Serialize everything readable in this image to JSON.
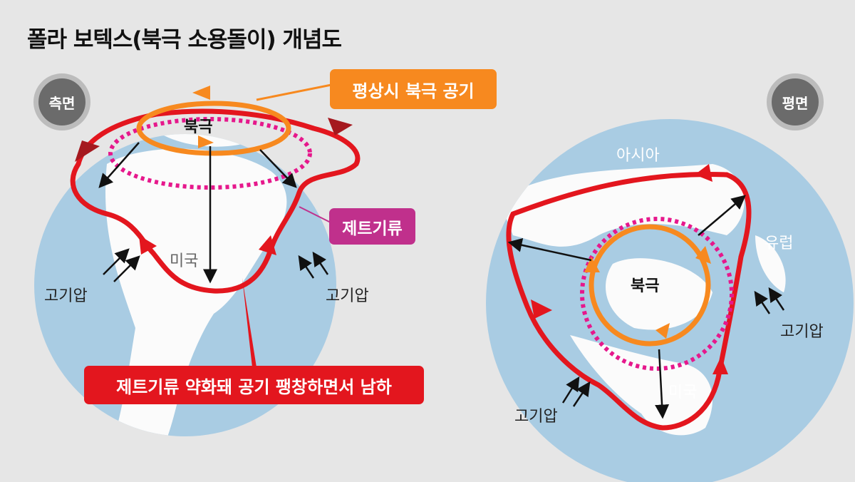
{
  "title": "폴라 보텍스(북극 소용돌이) 개념도",
  "side_view": {
    "badge": "측면",
    "north_pole": "북극",
    "usa": "미국",
    "high_pressure_left": "고기압",
    "high_pressure_right": "고기압"
  },
  "top_view": {
    "badge": "평면",
    "asia": "아시아",
    "europe": "유럽",
    "north_pole": "북극",
    "usa": "미국",
    "high_pressure_right": "고기압",
    "high_pressure_bottom": "고기압"
  },
  "callouts": {
    "normal_arctic_air": "평상시 북극 공기",
    "jet_stream": "제트기류",
    "jet_weakens": "제트기류 약화돼 공기 팽창하면서 남하"
  },
  "colors": {
    "background": "#e6e6e6",
    "ocean": "#a9cce3",
    "land": "#ffffff",
    "orange": "#f7891f",
    "magenta": "#e6188c",
    "red": "#e3161e",
    "badge": "#6b6b6b"
  }
}
